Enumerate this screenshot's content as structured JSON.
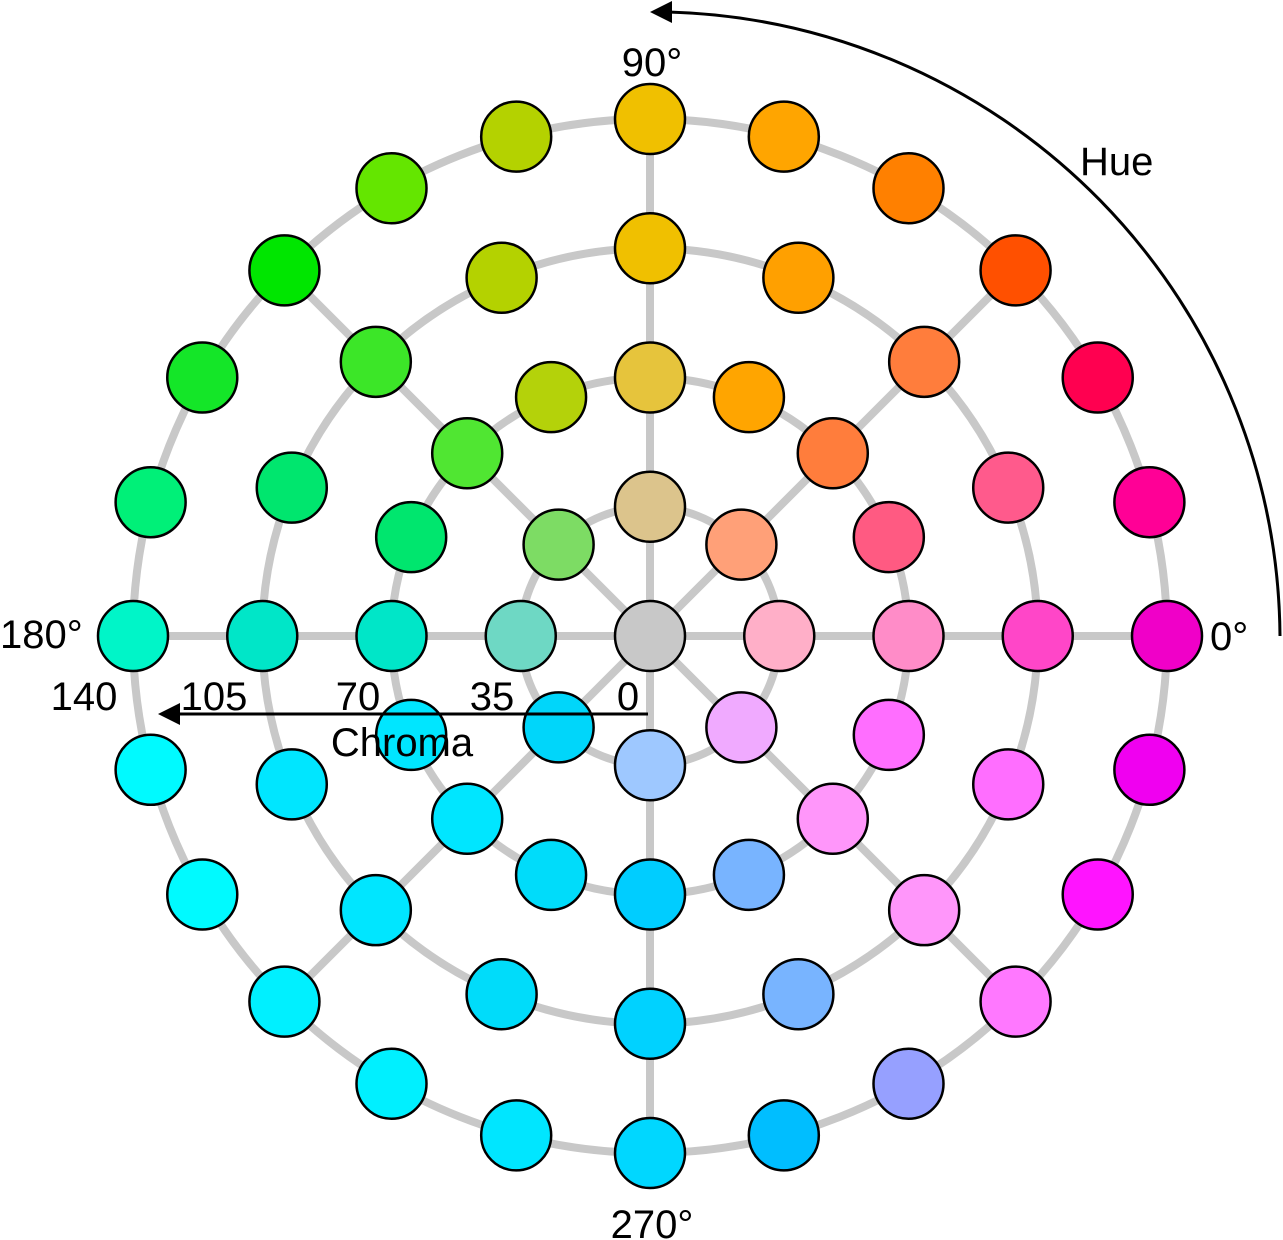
{
  "hue_axis": {
    "label": "Hue",
    "angle_labels": {
      "deg0": "0°",
      "deg90": "90°",
      "deg180": "180°",
      "deg270": "270°"
    }
  },
  "chroma_axis": {
    "label": "Chroma",
    "ticks": [
      "0",
      "35",
      "70",
      "105",
      "140"
    ]
  },
  "rings": [
    35,
    70,
    105,
    140
  ],
  "spoke_hues": [
    0,
    45,
    90,
    135,
    180,
    225,
    270,
    315
  ],
  "grid_color": "#c8c8c8",
  "samples": [
    {
      "chroma": 0,
      "hue": 0,
      "color": "#c8c8c8"
    },
    {
      "chroma": 35,
      "hue": 0,
      "color": "#ffafc8"
    },
    {
      "chroma": 35,
      "hue": 45,
      "color": "#ffa078"
    },
    {
      "chroma": 35,
      "hue": 90,
      "color": "#dcc48c"
    },
    {
      "chroma": 35,
      "hue": 135,
      "color": "#7ddc64"
    },
    {
      "chroma": 35,
      "hue": 180,
      "color": "#6ed8c4"
    },
    {
      "chroma": 35,
      "hue": 225,
      "color": "#00d6fa"
    },
    {
      "chroma": 35,
      "hue": 270,
      "color": "#9ec8ff"
    },
    {
      "chroma": 35,
      "hue": 315,
      "color": "#f0aaff"
    },
    {
      "chroma": 70,
      "hue": 0,
      "color": "#ff8cc8"
    },
    {
      "chroma": 70,
      "hue": 22.5,
      "color": "#ff5a82"
    },
    {
      "chroma": 70,
      "hue": 45,
      "color": "#ff7d3c"
    },
    {
      "chroma": 70,
      "hue": 67.5,
      "color": "#ffa500"
    },
    {
      "chroma": 70,
      "hue": 90,
      "color": "#e6c43c"
    },
    {
      "chroma": 70,
      "hue": 112.5,
      "color": "#b4d20a"
    },
    {
      "chroma": 70,
      "hue": 135,
      "color": "#50e632"
    },
    {
      "chroma": 70,
      "hue": 157.5,
      "color": "#00e66e"
    },
    {
      "chroma": 70,
      "hue": 180,
      "color": "#00e6c8"
    },
    {
      "chroma": 70,
      "hue": 202.5,
      "color": "#00e6ff"
    },
    {
      "chroma": 70,
      "hue": 225,
      "color": "#00e6ff"
    },
    {
      "chroma": 70,
      "hue": 247.5,
      "color": "#00dcfa"
    },
    {
      "chroma": 70,
      "hue": 270,
      "color": "#00cdff"
    },
    {
      "chroma": 70,
      "hue": 292.5,
      "color": "#78b4ff"
    },
    {
      "chroma": 70,
      "hue": 315,
      "color": "#ff96fa"
    },
    {
      "chroma": 70,
      "hue": 337.5,
      "color": "#ff6eff"
    },
    {
      "chroma": 105,
      "hue": 0,
      "color": "#ff46c8"
    },
    {
      "chroma": 105,
      "hue": 22.5,
      "color": "#ff5a8c"
    },
    {
      "chroma": 105,
      "hue": 45,
      "color": "#ff7d3c"
    },
    {
      "chroma": 105,
      "hue": 67.5,
      "color": "#ffa000"
    },
    {
      "chroma": 105,
      "hue": 90,
      "color": "#f0c000"
    },
    {
      "chroma": 105,
      "hue": 112.5,
      "color": "#b4d200"
    },
    {
      "chroma": 105,
      "hue": 135,
      "color": "#3ce628"
    },
    {
      "chroma": 105,
      "hue": 157.5,
      "color": "#00e66e"
    },
    {
      "chroma": 105,
      "hue": 180,
      "color": "#00e6c8"
    },
    {
      "chroma": 105,
      "hue": 202.5,
      "color": "#00e6ff"
    },
    {
      "chroma": 105,
      "hue": 225,
      "color": "#00e6ff"
    },
    {
      "chroma": 105,
      "hue": 247.5,
      "color": "#00dcfa"
    },
    {
      "chroma": 105,
      "hue": 270,
      "color": "#00d2ff"
    },
    {
      "chroma": 105,
      "hue": 292.5,
      "color": "#78b4ff"
    },
    {
      "chroma": 105,
      "hue": 315,
      "color": "#ff96fa"
    },
    {
      "chroma": 105,
      "hue": 337.5,
      "color": "#ff6eff"
    },
    {
      "chroma": 140,
      "hue": 0,
      "color": "#f000c8"
    },
    {
      "chroma": 140,
      "hue": 15,
      "color": "#ff0096"
    },
    {
      "chroma": 140,
      "hue": 30,
      "color": "#ff0050"
    },
    {
      "chroma": 140,
      "hue": 45,
      "color": "#ff5000"
    },
    {
      "chroma": 140,
      "hue": 60,
      "color": "#ff8000"
    },
    {
      "chroma": 140,
      "hue": 75,
      "color": "#ffa500"
    },
    {
      "chroma": 140,
      "hue": 90,
      "color": "#f0c000"
    },
    {
      "chroma": 140,
      "hue": 105,
      "color": "#b4d200"
    },
    {
      "chroma": 140,
      "hue": 120,
      "color": "#64e600"
    },
    {
      "chroma": 140,
      "hue": 135,
      "color": "#00e600"
    },
    {
      "chroma": 140,
      "hue": 150,
      "color": "#14e628"
    },
    {
      "chroma": 140,
      "hue": 165,
      "color": "#00f078"
    },
    {
      "chroma": 140,
      "hue": 180,
      "color": "#00f5c8"
    },
    {
      "chroma": 140,
      "hue": 195,
      "color": "#00faff"
    },
    {
      "chroma": 140,
      "hue": 210,
      "color": "#00faff"
    },
    {
      "chroma": 140,
      "hue": 225,
      "color": "#00f0ff"
    },
    {
      "chroma": 140,
      "hue": 240,
      "color": "#00f0ff"
    },
    {
      "chroma": 140,
      "hue": 255,
      "color": "#00e6ff"
    },
    {
      "chroma": 140,
      "hue": 270,
      "color": "#00d7ff"
    },
    {
      "chroma": 140,
      "hue": 285,
      "color": "#00beff"
    },
    {
      "chroma": 140,
      "hue": 300,
      "color": "#96a0ff"
    },
    {
      "chroma": 140,
      "hue": 315,
      "color": "#ff78ff"
    },
    {
      "chroma": 140,
      "hue": 330,
      "color": "#ff14ff"
    },
    {
      "chroma": 140,
      "hue": 345,
      "color": "#f000f0"
    }
  ]
}
